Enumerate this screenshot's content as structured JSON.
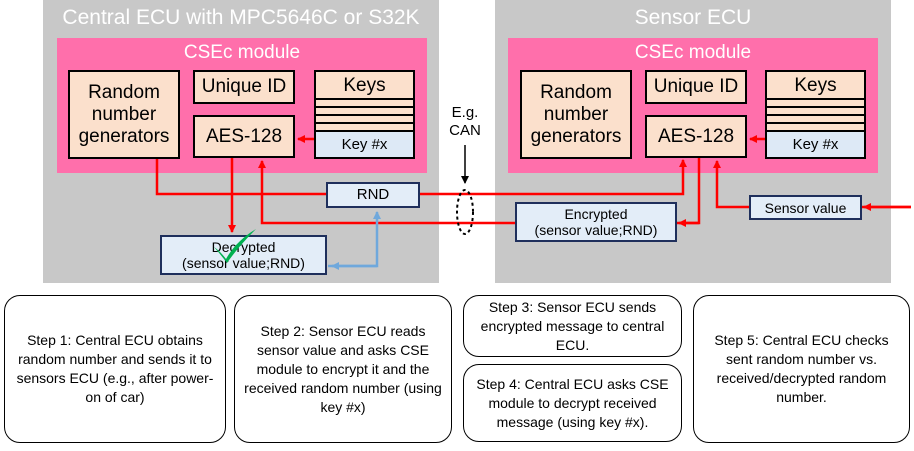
{
  "central_ecu": {
    "title": "Central ECU with MPC5646C or S32K",
    "cse_title": "CSEc module",
    "rng": "Random number generators",
    "unique_id": "Unique ID",
    "aes": "AES-128",
    "keys": "Keys",
    "key_x": "Key #x"
  },
  "sensor_ecu": {
    "title": "Sensor ECU",
    "cse_title": "CSEc module",
    "rng": "Random number generators",
    "unique_id": "Unique ID",
    "aes": "AES-128",
    "keys": "Keys",
    "key_x": "Key #x"
  },
  "bus": {
    "label_line1": "E.g.",
    "label_line2": "CAN"
  },
  "messages": {
    "rnd": "RND",
    "encrypted_line1": "Encrypted",
    "encrypted_line2": "(sensor value;RND)",
    "decrypted_line1": "Decrypted",
    "decrypted_line2": "(sensor value;RND)",
    "sensor_value": "Sensor value"
  },
  "steps": {
    "step1": "Step 1: Central ECU obtains random number and sends it to sensors ECU (e.g., after power-on of car)",
    "step2": "Step 2: Sensor ECU reads sensor value and asks CSE module to encrypt it and the received random number (using key #x)",
    "step3": "Step 3: Sensor ECU sends encrypted message to central ECU.",
    "step4": "Step 4: Central ECU asks CSE module to decrypt received message (using key #x).",
    "step5": "Step 5: Central ECU checks sent random number vs. received/decrypted random number."
  },
  "colors": {
    "ecu_bg": "#c8c8c8",
    "cse_bg": "#ff6fab",
    "block_bg": "#fbe0cc",
    "key_bg": "#dde9f6",
    "message_bg": "#e3edf8",
    "arrow_red": "#ff0000",
    "arrow_blue": "#6fa8dc",
    "check_green": "#00b050"
  },
  "icons": {
    "check": "check-mark-icon"
  }
}
